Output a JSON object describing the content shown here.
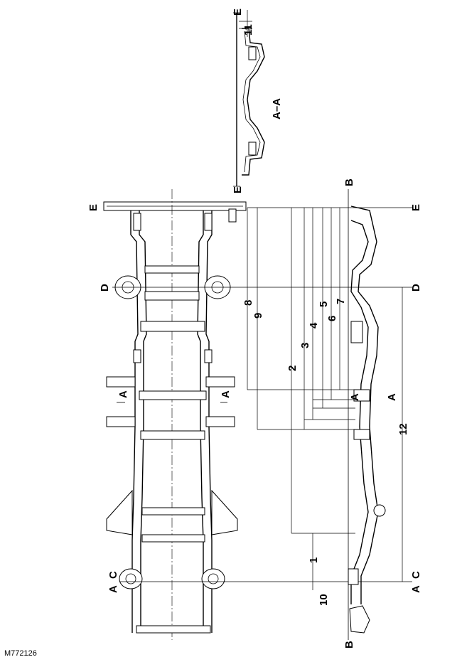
{
  "figure_ref": "M772126",
  "section_title": "A–A",
  "plane_labels": {
    "A": "A",
    "B": "B",
    "C": "C",
    "D": "D",
    "E": "E"
  },
  "dimensions": [
    "1",
    "2",
    "3",
    "4",
    "5",
    "6",
    "7",
    "8",
    "9",
    "10",
    "11",
    "12"
  ]
}
